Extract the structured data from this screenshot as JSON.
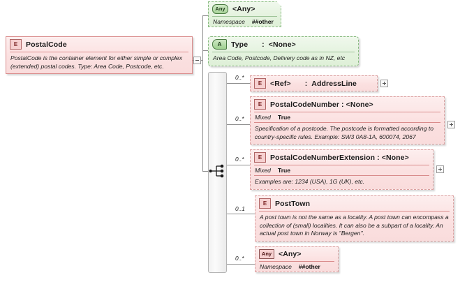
{
  "diagram": {
    "type": "xsd-schema-element-diagram",
    "root": {
      "icon": "element-icon",
      "badge": "E",
      "title": "PostalCode",
      "documentation": "PostalCode is the container element for either simple or complex (extended) postal codes. Type: Area Code, Postcode, etc.",
      "toggle": "collapse-button"
    },
    "compositor": {
      "kind": "sequence",
      "icon": "sequence-icon"
    },
    "attributes": [
      {
        "id": "any-attribute",
        "badge": "Any",
        "title": "<Any>",
        "prop_name": "Namespace",
        "prop_value": "##other",
        "style": "green"
      },
      {
        "id": "type-attribute",
        "badge": "A",
        "title": "Type",
        "type_sep": ":",
        "type_value": "<None>",
        "documentation": "Area Code, Postcode, Delivery code as in NZ, etc",
        "style": "green"
      }
    ],
    "children": [
      {
        "id": "ref-addressline",
        "badge": "E",
        "cardinality": "0..*",
        "title": "<Ref>",
        "type_sep": ":",
        "type_value": "AddressLine",
        "expand": "+"
      },
      {
        "id": "postalcodenumber",
        "badge": "E",
        "cardinality": "0..*",
        "title": "PostalCodeNumber : <None>",
        "prop_name": "Mixed",
        "prop_value": "True",
        "documentation": "Specification of a postcode. The postcode is formatted according to country-specific rules. Example: SW3 0A8-1A, 600074, 2067",
        "expand": "+"
      },
      {
        "id": "postalcodenumberextension",
        "badge": "E",
        "cardinality": "0..*",
        "title": "PostalCodeNumberExtension : <None>",
        "prop_name": "Mixed",
        "prop_value": "True",
        "documentation": "Examples are: 1234 (USA), 1G (UK), etc.",
        "expand": "+"
      },
      {
        "id": "posttown",
        "badge": "E",
        "cardinality": "0..1",
        "title": "PostTown",
        "documentation": "A post town is not the same as a locality. A post town can encompass a collection of (small) localities. It can also be a subpart of a locality. An actual post town in Norway is \"Bergen\".",
        "expand": "+"
      },
      {
        "id": "any-element",
        "badge": "Any",
        "cardinality": "0..*",
        "title": "<Any>",
        "prop_name": "Namespace",
        "prop_value": "##other"
      }
    ],
    "colors": {
      "element_fill": "#fbe0e0",
      "element_border": "#d98b8b",
      "attribute_fill": "#dff0d8",
      "attribute_border": "#86b97e",
      "compositor_fill": "#f2f2f2",
      "connector": "#8f8f8f"
    }
  }
}
